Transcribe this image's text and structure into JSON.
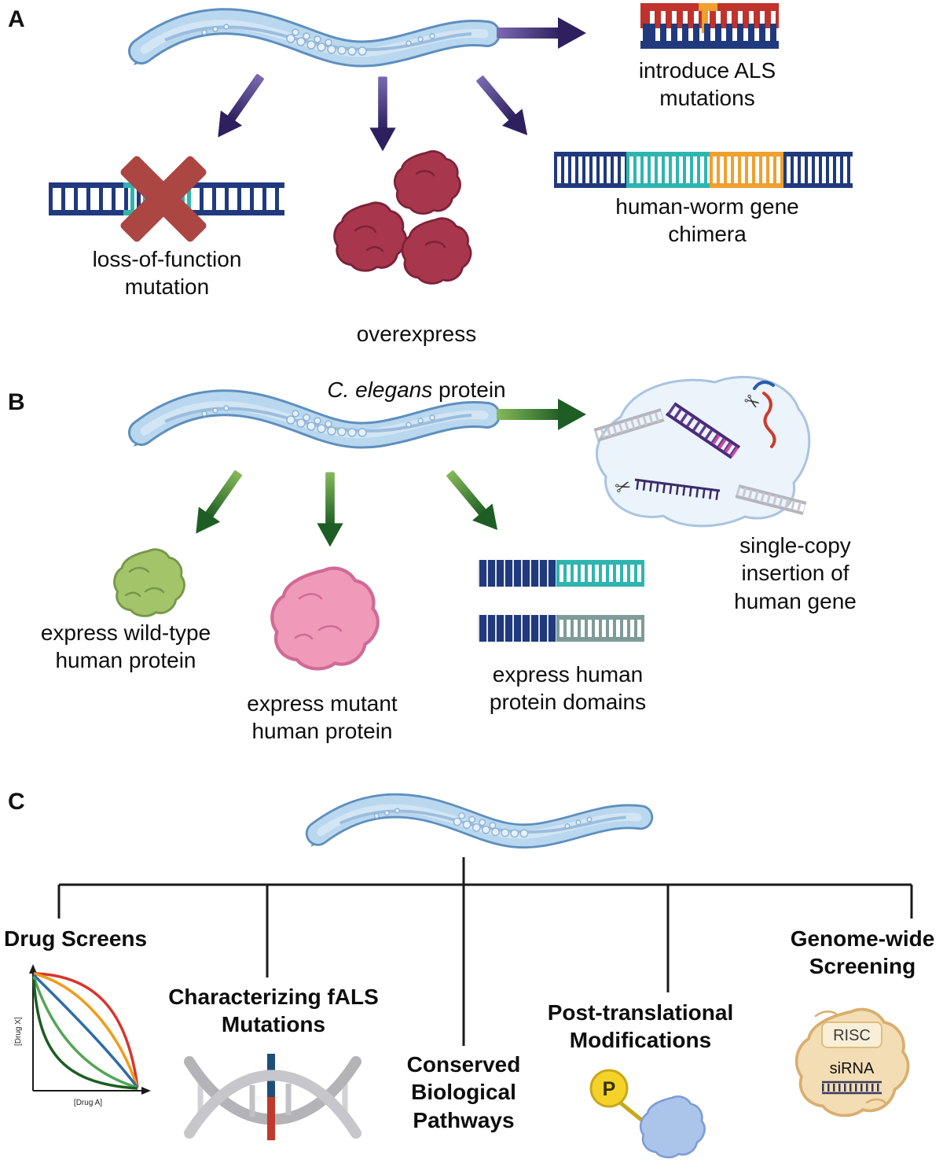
{
  "panel_a": {
    "label": "A",
    "introduce_als": "introduce ALS\nmutations",
    "loss_of_function": "loss-of-function\nmutation",
    "overexpress_line1": "overexpress",
    "overexpress_italic": "C. elegans",
    "overexpress_rest": " protein",
    "chimera": "human-worm gene\nchimera"
  },
  "panel_b": {
    "label": "B",
    "wild_type": "express wild-type\nhuman protein",
    "mutant": "express mutant\nhuman protein",
    "domains": "express human\nprotein domains",
    "single_copy": "single-copy\ninsertion of\nhuman gene"
  },
  "panel_c": {
    "label": "C",
    "drug_screens": "Drug Screens",
    "fals": "Characterizing fALS\nMutations",
    "conserved": "Conserved\nBiological\nPathways",
    "ptm": "Post-translational\nModifications",
    "genome_wide": "Genome-wide\nScreening",
    "chart_ylabel": "[Drug X]",
    "chart_xlabel": "[Drug A]",
    "phosphate": "P",
    "risc": "RISC",
    "sirna": "siRNA"
  },
  "icons": {
    "scissors": "✂"
  },
  "colors": {
    "worm_body": "#b9d7ee",
    "worm_outline": "#5e8fbe",
    "arrow_purple_dark": "#2e1f5e",
    "arrow_purple_light": "#7a6ab2",
    "arrow_green_dark": "#1e5e24",
    "arrow_green_light": "#86b95a",
    "dna_navy": "#203a7d",
    "dna_teal": "#2fb5b0",
    "dna_orange": "#f0a02e",
    "dna_red": "#c0322b",
    "x_mark_red": "#ab4643",
    "protein_dark_red": "#a8374e",
    "protein_green": "#a3c468",
    "protein_pink": "#ef9ab8",
    "protein_blue": "#abc4ea",
    "protein_tan": "#f2ddb5",
    "phosphate_yellow": "#f5d22a",
    "cell_fill": "#ebf3fb",
    "crispr_purple": "#4a2a7a",
    "curve_colors": [
      "#d9342b",
      "#f09c1a",
      "#2e6da4",
      "#53a656",
      "#1b5e20"
    ]
  }
}
